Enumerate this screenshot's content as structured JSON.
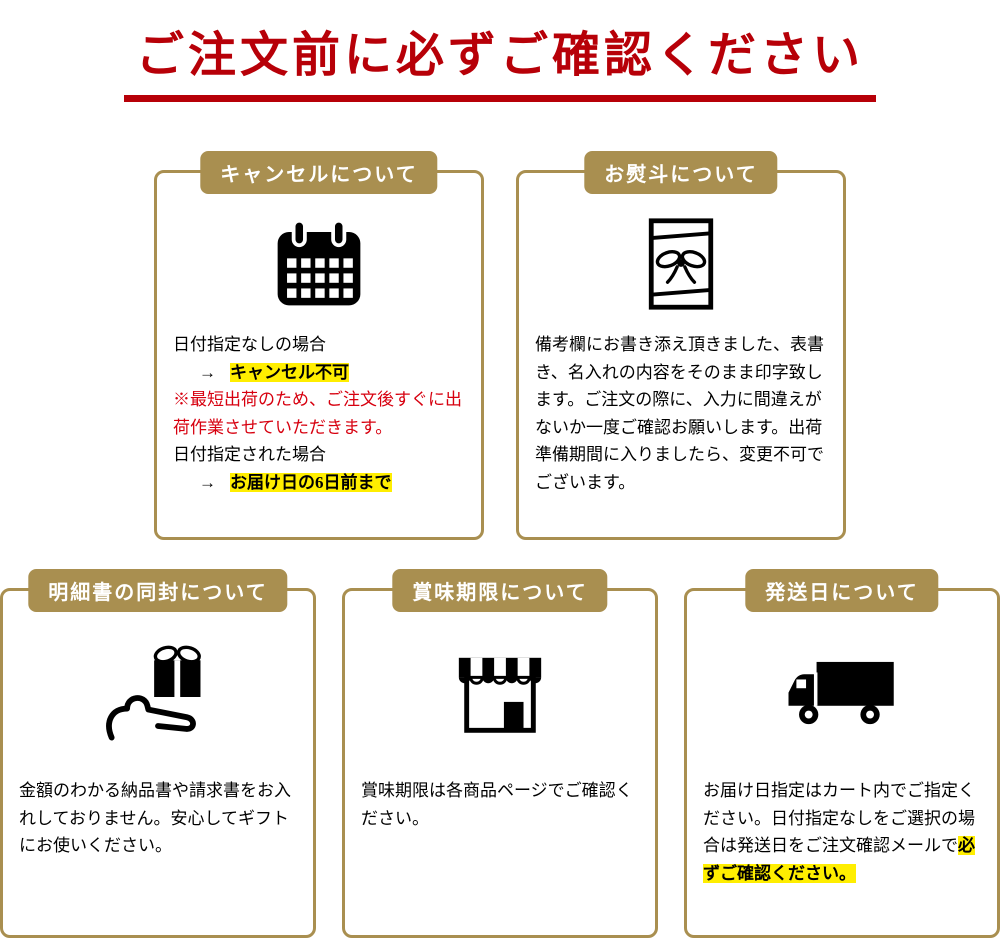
{
  "page": {
    "title": "ご注文前に必ずご確認ください"
  },
  "colors": {
    "title_red": "#b70008",
    "note_red": "#d7000f",
    "gold_border": "#a98f50",
    "highlight_yellow": "#ffee00"
  },
  "cards": {
    "cancel": {
      "title": "キャンセルについて",
      "icon": "calendar-icon",
      "line1": "日付指定なしの場合",
      "arrow": "→",
      "line2_highlight": "キャンセル不可",
      "line3_red": "※最短出荷のため、ご注文後すぐに出荷作業させていただきます。",
      "line4": "日付指定された場合",
      "line5_highlight": "お届け日の6日前まで"
    },
    "noshi": {
      "title": "お熨斗について",
      "icon": "noshi-gift-icon",
      "body": "備考欄にお書き添え頂きました、表書き、名入れの内容をそのまま印字致します。ご注文の際に、入力に間違えがないか一度ご確認お願いします。出荷準備期間に入りましたら、変更不可でございます。"
    },
    "statement": {
      "title": "明細書の同封について",
      "icon": "hand-gift-icon",
      "body": "金額のわかる納品書や請求書をお入れしておりません。安心してギフトにお使いください。"
    },
    "expiry": {
      "title": "賞味期限について",
      "icon": "storefront-icon",
      "body": "賞味期限は各商品ページでご確認ください。"
    },
    "shipping": {
      "title": "発送日について",
      "icon": "truck-icon",
      "body": "お届け日指定はカート内でご指定ください。日付指定なしをご選択の場合は発送日をご注文確認メールで",
      "body_highlight": "必ずご確認ください。"
    }
  }
}
